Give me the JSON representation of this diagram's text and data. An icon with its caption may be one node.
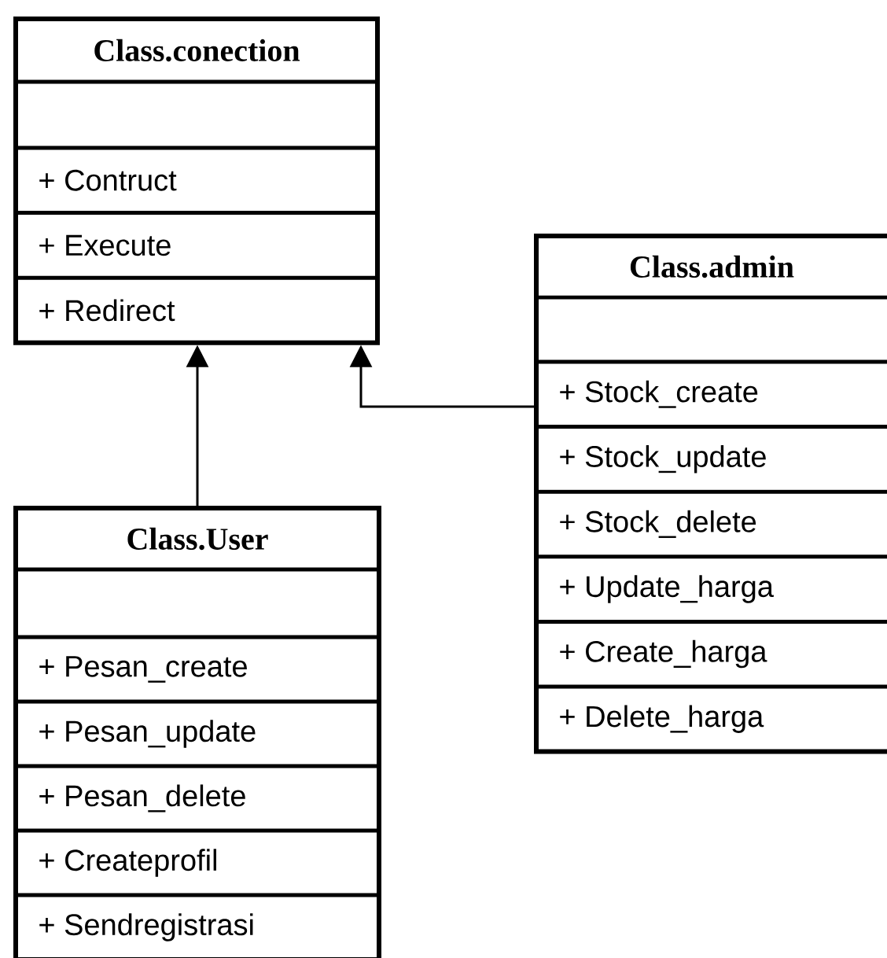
{
  "diagram": {
    "nodes": [
      {
        "text": [
          "Class.conection",
          "+ Contruct",
          "+ Execute",
          "+ Redirect"
        ]
      },
      {
        "text": [
          "Class.User",
          "+ Pesan_create",
          "+ Pesan_update",
          "+ Pesan_delete",
          "+ Createprofil",
          "+ Sendregistrasi"
        ]
      },
      {
        "text": [
          "Class.admin",
          "+ Stock_create",
          "+ Stock_update",
          "+ Stock_delete",
          "+ Update_harga",
          "+ Create_harga",
          "+ Delete_harga"
        ]
      }
    ],
    "edges": [
      {
        "from": 1,
        "to": 0,
        "arrow": "to"
      },
      {
        "from": 2,
        "to": 0,
        "arrow": "to"
      }
    ]
  }
}
